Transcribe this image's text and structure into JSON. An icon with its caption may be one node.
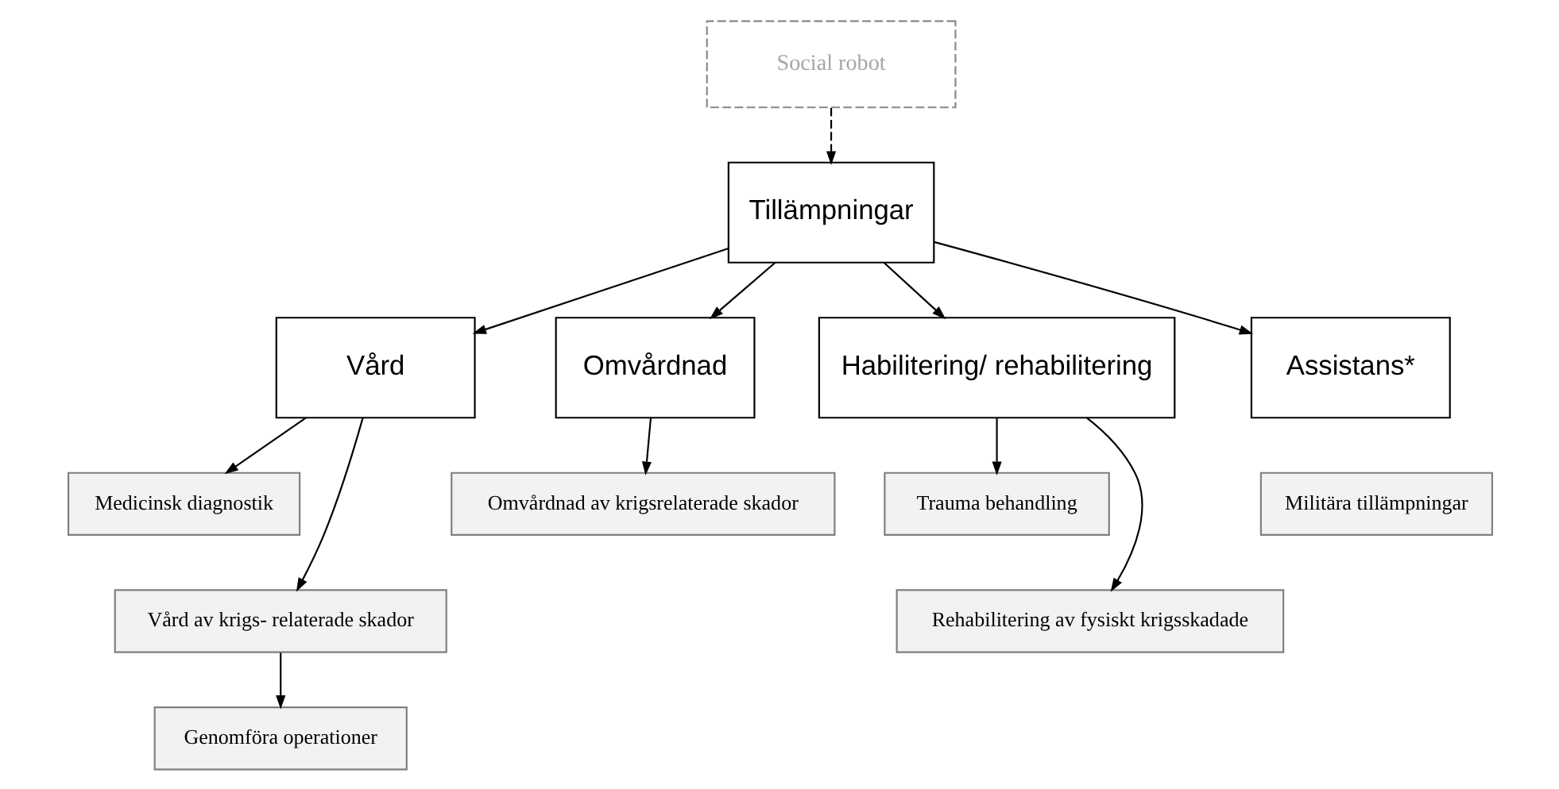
{
  "diagram": {
    "nodes": [
      {
        "text": [
          "Social robot"
        ]
      },
      {
        "text": [
          "Tillämpningar"
        ]
      },
      {
        "text": [
          "Vård"
        ]
      },
      {
        "text": [
          "Omvårdnad"
        ]
      },
      {
        "text": [
          "Habilitering/ rehabilitering"
        ]
      },
      {
        "text": [
          "Assistans*"
        ]
      },
      {
        "text": [
          "Medicinsk diagnostik"
        ]
      },
      {
        "text": [
          "Vård av krigs- relaterade skador"
        ]
      },
      {
        "text": [
          "Genomföra operationer"
        ]
      },
      {
        "text": [
          "Omvårdnad av krigsrelaterade skador"
        ]
      },
      {
        "text": [
          "Trauma behandling"
        ]
      },
      {
        "text": [
          "Rehabilitering av fysiskt krigsskadade"
        ]
      },
      {
        "text": [
          "Militära tillämpningar"
        ]
      }
    ],
    "edges": [
      {
        "from": 0,
        "to": 1,
        "arrow": "to",
        "style": "dashed"
      },
      {
        "from": 1,
        "to": 2,
        "arrow": "to"
      },
      {
        "from": 1,
        "to": 3,
        "arrow": "to"
      },
      {
        "from": 1,
        "to": 4,
        "arrow": "to"
      },
      {
        "from": 1,
        "to": 5,
        "arrow": "to"
      },
      {
        "from": 2,
        "to": 6,
        "arrow": "to"
      },
      {
        "from": 2,
        "to": 7,
        "arrow": "to"
      },
      {
        "from": 7,
        "to": 8,
        "arrow": "to"
      },
      {
        "from": 3,
        "to": 9,
        "arrow": "to"
      },
      {
        "from": 4,
        "to": 10,
        "arrow": "to"
      },
      {
        "from": 4,
        "to": 11,
        "arrow": "to"
      }
    ]
  }
}
